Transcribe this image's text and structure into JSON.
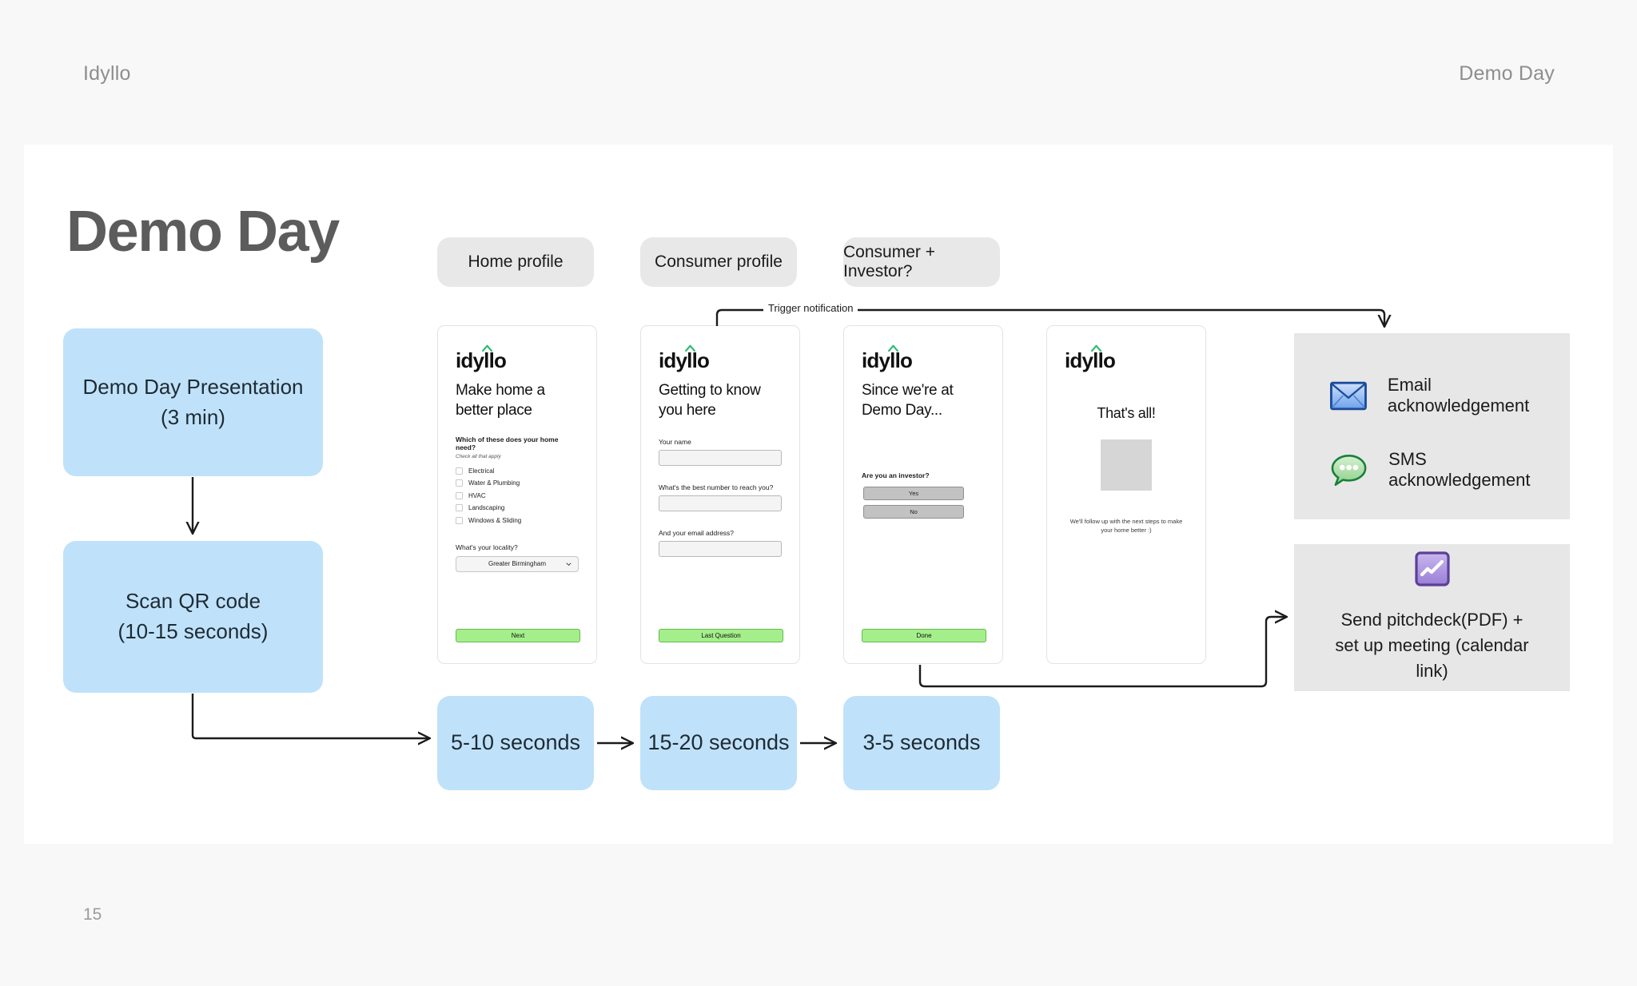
{
  "header": {
    "brand": "Idyllo",
    "deck_title": "Demo Day",
    "page_number": "15"
  },
  "slide": {
    "title": "Demo Day"
  },
  "stage_labels": [
    {
      "id": "home-profile",
      "label": "Home profile"
    },
    {
      "id": "consumer-profile",
      "label": "Consumer profile"
    },
    {
      "id": "consumer-investor",
      "label": "Consumer + Investor?"
    }
  ],
  "flow_left": [
    {
      "id": "presentation",
      "line1": "Demo Day Presentation",
      "line2": "(3 min)"
    },
    {
      "id": "scan-qr",
      "line1": "Scan QR code",
      "line2": "(10-15 seconds)"
    }
  ],
  "timings": [
    {
      "id": "t1",
      "label": "5-10 seconds"
    },
    {
      "id": "t2",
      "label": "15-20 seconds"
    },
    {
      "id": "t3",
      "label": "3-5 seconds"
    }
  ],
  "connector_labels": {
    "trigger": "Trigger notification"
  },
  "phones": [
    {
      "id": "phone-home-profile",
      "logo": "idyllo",
      "heading": "Make home a better place",
      "question": "Which of these does your home need?",
      "question_sub": "Check all that apply",
      "checkboxes": [
        "Electrical",
        "Water & Plumbing",
        "HVAC",
        "Landscaping",
        "Windows & Sliding"
      ],
      "select_label": "What's your locality?",
      "select_value": "Greater Birmingham",
      "cta": "Next"
    },
    {
      "id": "phone-consumer-profile",
      "logo": "idyllo",
      "heading": "Getting to know you here",
      "fields": [
        {
          "label": "Your name",
          "value": ""
        },
        {
          "label": "What's the best number to reach you?",
          "value": ""
        },
        {
          "label": "And your email address?",
          "value": ""
        }
      ],
      "cta": "Last Question"
    },
    {
      "id": "phone-investor",
      "logo": "idyllo",
      "heading": "Since we're at Demo Day...",
      "question": "Are you an investor?",
      "options": [
        "Yes",
        "No"
      ],
      "cta": "Done"
    },
    {
      "id": "phone-thats-all",
      "logo": "idyllo",
      "heading": "That's all!",
      "followup": "We'll follow up with the next steps to make your home better :)"
    }
  ],
  "outcomes": {
    "acknowledgements": [
      {
        "id": "email",
        "icon": "envelope-icon",
        "label": "Email acknowledgement"
      },
      {
        "id": "sms",
        "icon": "chat-bubble-icon",
        "label": "SMS acknowledgement"
      }
    ],
    "pitchdeck": {
      "icon": "chart-icon",
      "line1": "Send pitchdeck(PDF) + set",
      "line2": "up meeting (calendar link)"
    }
  },
  "colors": {
    "blue_box": "#bfe2fa",
    "gray_panel": "#e7e7e7",
    "pill": "#e8e8e8",
    "green_cta": "#a4ef8b",
    "logo_accent": "#2eb872",
    "title_gray": "#5c5c5c",
    "page_bg": "#f8f8f8"
  }
}
